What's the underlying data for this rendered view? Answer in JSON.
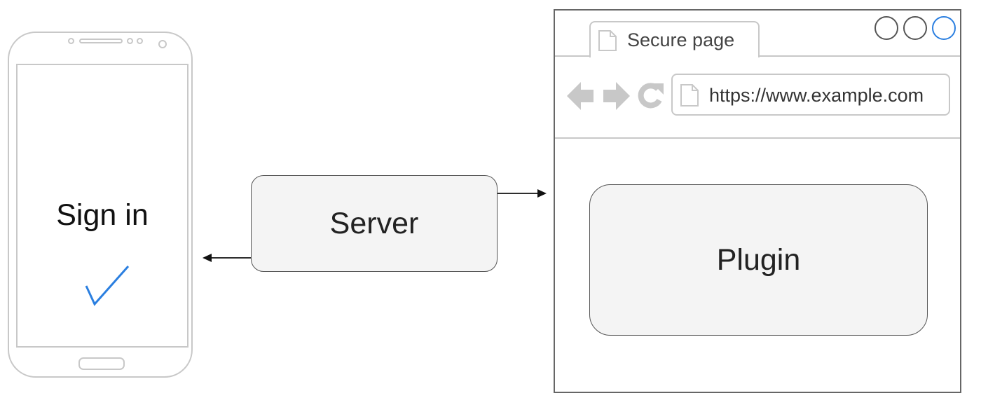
{
  "phone": {
    "title": "Sign in",
    "status_icon": "checkmark-icon"
  },
  "server": {
    "label": "Server"
  },
  "browser": {
    "tab_label": "Secure page",
    "url": "https://www.example.com",
    "plugin_label": "Plugin",
    "nav_icons": [
      "back-arrow-icon",
      "forward-arrow-icon",
      "refresh-icon"
    ]
  },
  "colors": {
    "accent": "#2b7fe0",
    "box_fill": "#f4f4f4",
    "outline": "#c8c8c8"
  }
}
